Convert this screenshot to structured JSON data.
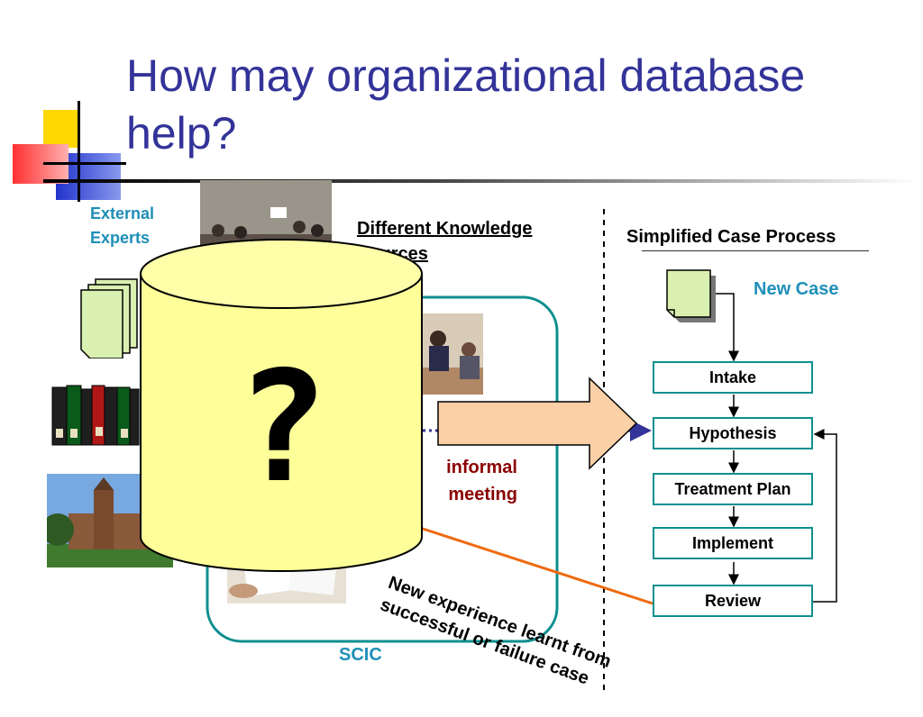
{
  "slide": {
    "title": "How may organizational database help?"
  },
  "sources": {
    "external_experts": "External Experts",
    "heading": "Different Knowledge Sources",
    "informal_meeting": "informal meeting",
    "scic": "SCIC",
    "database_symbol": "?"
  },
  "process": {
    "heading": "Simplified Case Process",
    "new_case": "New Case",
    "steps": [
      "Intake",
      "Hypothesis",
      "Treatment Plan",
      "Implement",
      "Review"
    ],
    "feedback": "New experience learnt from successful or failure case"
  },
  "colors": {
    "title": "#333399",
    "accent_teal": "#0f8f8f",
    "accent_blue": "#1f8fb8",
    "arrow_fill": "#fbd0a6",
    "cylinder_fill": "#ffff99",
    "feedback_line": "#ee6a10"
  }
}
